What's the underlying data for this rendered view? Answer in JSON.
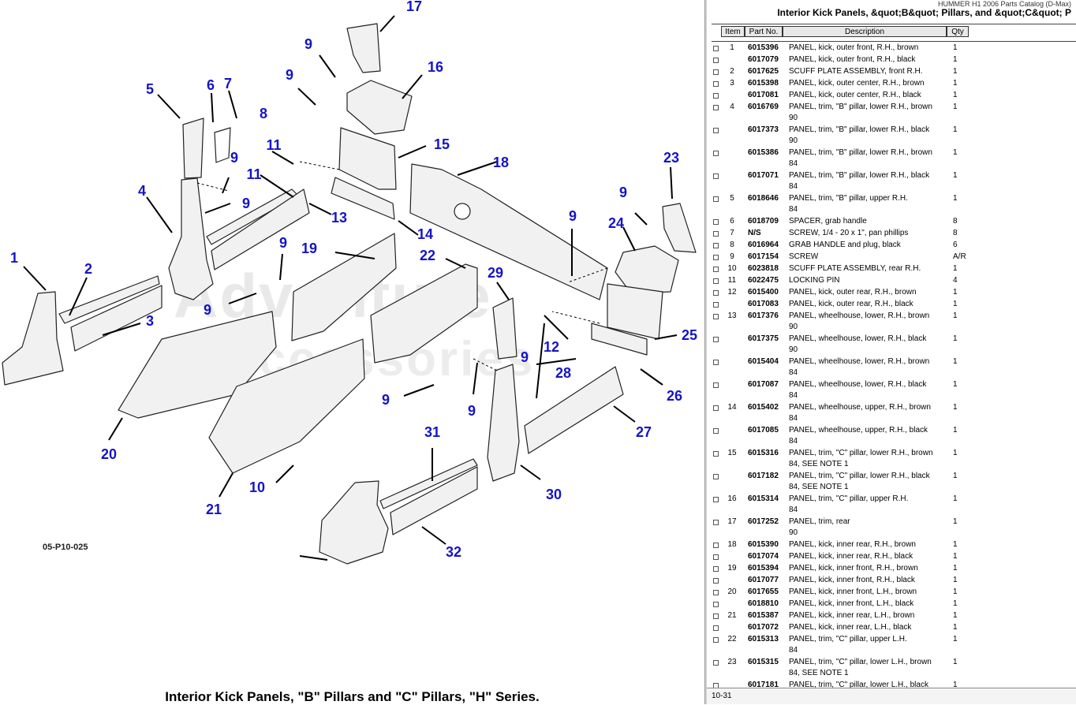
{
  "diagram": {
    "watermark_line1": "Adventure",
    "watermark_line2": "Accessories",
    "figure_code": "05-P10-025",
    "caption": "Interior Kick Panels, \"B\" Pillars and \"C\" Pillars, \"H\" Series.",
    "callouts": [
      "1",
      "2",
      "3",
      "4",
      "5",
      "6",
      "7",
      "8",
      "9",
      "9",
      "9",
      "9",
      "9",
      "9",
      "9",
      "9",
      "9",
      "9",
      "9",
      "10",
      "11",
      "11",
      "12",
      "13",
      "14",
      "15",
      "16",
      "17",
      "18",
      "19",
      "20",
      "21",
      "22",
      "23",
      "24",
      "25",
      "26",
      "27",
      "28",
      "29",
      "30",
      "31",
      "32"
    ]
  },
  "parts_panel": {
    "catalog_title": "HUMMER H1 2006 Parts Catalog (D-Max)",
    "section_title": "Interior Kick Panels, &quot;B&quot; Pillars, and &quot;C&quot; P",
    "columns": {
      "item": "Item",
      "part_no": "Part No.",
      "description": "Description",
      "qty": "Qty"
    },
    "rows": [
      {
        "item": "1",
        "part_no": "6015396",
        "desc": "PANEL, kick, outer front, R.H., brown",
        "qty": "1"
      },
      {
        "item": "",
        "part_no": "6017079",
        "desc": "PANEL, kick, outer front, R.H., black",
        "qty": "1"
      },
      {
        "item": "2",
        "part_no": "6017625",
        "desc": "SCUFF PLATE ASSEMBLY, front R.H.",
        "qty": "1"
      },
      {
        "item": "3",
        "part_no": "6015398",
        "desc": "PANEL, kick, outer center, R.H., brown",
        "qty": "1"
      },
      {
        "item": "",
        "part_no": "6017081",
        "desc": "PANEL, kick, outer center, R.H., black",
        "qty": "1"
      },
      {
        "item": "4",
        "part_no": "6016769",
        "desc": "PANEL, trim, \"B\" pillar, lower R.H., brown",
        "desc2": "90",
        "qty": "1"
      },
      {
        "item": "",
        "part_no": "6017373",
        "desc": "PANEL, trim, \"B\" pillar, lower R.H., black",
        "desc2": "90",
        "qty": "1"
      },
      {
        "item": "",
        "part_no": "6015386",
        "desc": "PANEL, trim, \"B\" pillar, lower R.H., brown",
        "desc2": "84",
        "qty": "1"
      },
      {
        "item": "",
        "part_no": "6017071",
        "desc": "PANEL, trim, \"B\" pillar, lower R.H., black",
        "desc2": "84",
        "qty": "1"
      },
      {
        "item": "5",
        "part_no": "6018646",
        "desc": "PANEL, trim, \"B\" pillar, upper R.H.",
        "desc2": "84",
        "qty": "1"
      },
      {
        "item": "6",
        "part_no": "6018709",
        "desc": "SPACER, grab handle",
        "qty": "8"
      },
      {
        "item": "7",
        "part_no": "N/S",
        "desc": "SCREW, 1/4 - 20 x 1\", pan phillips",
        "qty": "8"
      },
      {
        "item": "8",
        "part_no": "6016964",
        "desc": "GRAB HANDLE and plug, black",
        "qty": "6"
      },
      {
        "item": "9",
        "part_no": "6017154",
        "desc": "SCREW",
        "qty": "A/R"
      },
      {
        "item": "10",
        "part_no": "6023818",
        "desc": "SCUFF PLATE ASSEMBLY, rear R.H.",
        "qty": "1"
      },
      {
        "item": "11",
        "part_no": "6022475",
        "desc": "LOCKING PIN",
        "qty": "4"
      },
      {
        "item": "12",
        "part_no": "6015400",
        "desc": "PANEL, kick, outer rear, R.H., brown",
        "qty": "1"
      },
      {
        "item": "",
        "part_no": "6017083",
        "desc": "PANEL, kick, outer rear, R.H., black",
        "qty": "1"
      },
      {
        "item": "13",
        "part_no": "6017376",
        "desc": "PANEL, wheelhouse, lower, R.H., brown",
        "desc2": "90",
        "qty": "1"
      },
      {
        "item": "",
        "part_no": "6017375",
        "desc": "PANEL, wheelhouse, lower, R.H., black",
        "desc2": "90",
        "qty": "1"
      },
      {
        "item": "",
        "part_no": "6015404",
        "desc": "PANEL, wheelhouse, lower, R.H., brown",
        "desc2": "84",
        "qty": "1"
      },
      {
        "item": "",
        "part_no": "6017087",
        "desc": "PANEL, wheelhouse, lower, R.H., black",
        "desc2": "84",
        "qty": "1"
      },
      {
        "item": "14",
        "part_no": "6015402",
        "desc": "PANEL, wheelhouse, upper, R.H., brown",
        "desc2": "84",
        "qty": "1"
      },
      {
        "item": "",
        "part_no": "6017085",
        "desc": "PANEL, wheelhouse, upper, R.H., black",
        "desc2": "84",
        "qty": "1"
      },
      {
        "item": "15",
        "part_no": "6015316",
        "desc": "PANEL, trim, \"C\" pillar, lower R.H., brown",
        "desc2": "84, SEE NOTE 1",
        "qty": "1"
      },
      {
        "item": "",
        "part_no": "6017182",
        "desc": "PANEL, trim, \"C\" pillar, lower R.H., black",
        "desc2": "84, SEE NOTE 1",
        "qty": "1"
      },
      {
        "item": "16",
        "part_no": "6015314",
        "desc": "PANEL, trim, \"C\" pillar, upper R.H.",
        "desc2": "84",
        "qty": "1"
      },
      {
        "item": "17",
        "part_no": "6017252",
        "desc": "PANEL, trim, rear",
        "desc2": "90",
        "qty": "1"
      },
      {
        "item": "18",
        "part_no": "6015390",
        "desc": "PANEL, kick, inner rear, R.H., brown",
        "qty": "1"
      },
      {
        "item": "",
        "part_no": "6017074",
        "desc": "PANEL, kick, inner rear, R.H., black",
        "qty": "1"
      },
      {
        "item": "19",
        "part_no": "6015394",
        "desc": "PANEL, kick, inner front, R.H., brown",
        "qty": "1"
      },
      {
        "item": "",
        "part_no": "6017077",
        "desc": "PANEL, kick, inner front, R.H., black",
        "qty": "1"
      },
      {
        "item": "20",
        "part_no": "6017655",
        "desc": "PANEL, kick, inner front, L.H., brown",
        "qty": "1"
      },
      {
        "item": "",
        "part_no": "6018810",
        "desc": "PANEL, kick, inner front, L.H., black",
        "qty": "1"
      },
      {
        "item": "21",
        "part_no": "6015387",
        "desc": "PANEL, kick, inner rear, L.H., brown",
        "qty": "1"
      },
      {
        "item": "",
        "part_no": "6017072",
        "desc": "PANEL, kick, inner rear, L.H., black",
        "qty": "1"
      },
      {
        "item": "22",
        "part_no": "6015313",
        "desc": "PANEL, trim, \"C\" pillar, upper L.H.",
        "desc2": "84",
        "qty": "1"
      },
      {
        "item": "23",
        "part_no": "6015315",
        "desc": "PANEL, trim, \"C\" pillar, lower L.H., brown",
        "desc2": "84, SEE NOTE 1",
        "qty": "1"
      },
      {
        "item": "",
        "part_no": "6017181",
        "desc": "PANEL, trim, \"C\" pillar, lower L.H., black",
        "qty": "1"
      }
    ],
    "footer_page": "10-31"
  }
}
